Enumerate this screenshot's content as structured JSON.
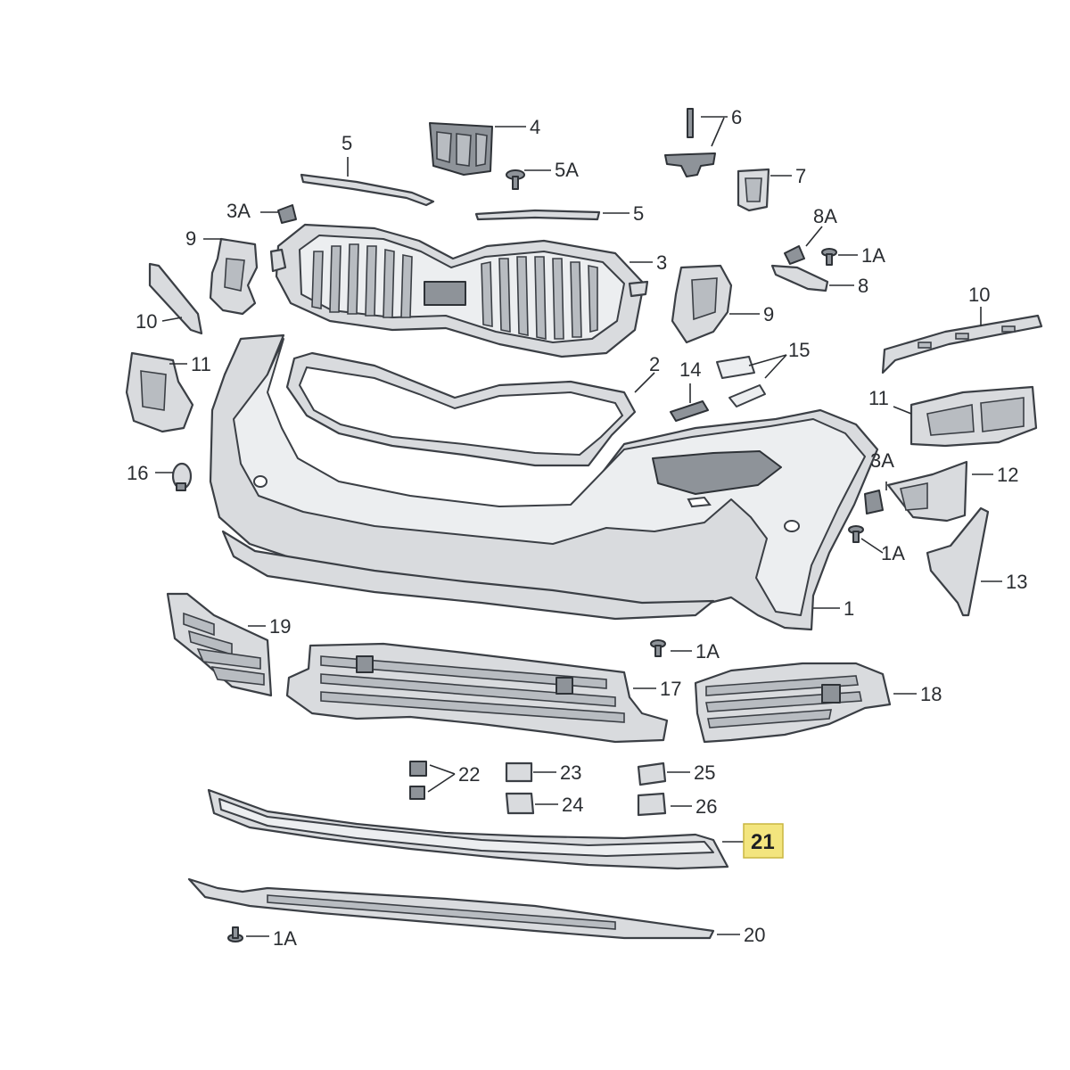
{
  "callouts": {
    "c1": "1",
    "c1a_1": "1A",
    "c1a_2": "1A",
    "c1a_3": "1A",
    "c1a_4": "1A",
    "c2": "2",
    "c3": "3",
    "c3a_1": "3A",
    "c3a_2": "3A",
    "c4": "4",
    "c5_1": "5",
    "c5_2": "5",
    "c5a": "5A",
    "c6": "6",
    "c7": "7",
    "c8": "8",
    "c8a": "8A",
    "c9_1": "9",
    "c9_2": "9",
    "c10_1": "10",
    "c10_2": "10",
    "c11_1": "11",
    "c11_2": "11",
    "c12": "12",
    "c13": "13",
    "c14": "14",
    "c15": "15",
    "c16": "16",
    "c17": "17",
    "c18": "18",
    "c19": "19",
    "c20": "20",
    "c21": "21",
    "c22": "22",
    "c23": "23",
    "c24": "24",
    "c25": "25",
    "c26": "26"
  },
  "highlighted_part": "21",
  "colors": {
    "highlight": "#f3e57e",
    "part_fill": "#d9dbde",
    "outline": "#3b3f45"
  }
}
